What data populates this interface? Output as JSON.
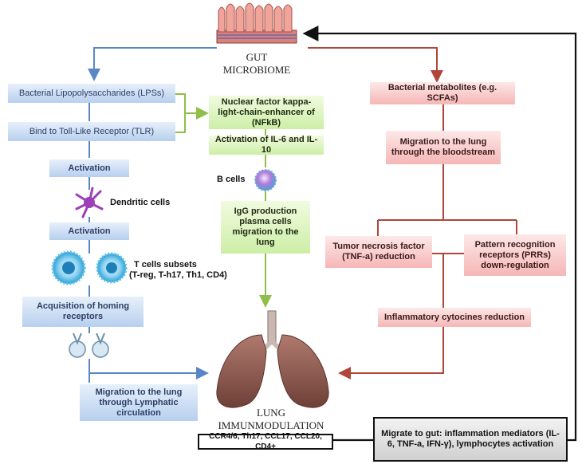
{
  "source": {
    "line1": "GUT",
    "line2": "MICROBIOME"
  },
  "target": {
    "line1": "LUNG",
    "line2": "IMMUNMODULATION"
  },
  "left_path": {
    "lps": "Bacterial Lipopolysaccharides (LPSs)",
    "tlr": "Bind to Toll-Like Receptor (TLR)",
    "activation_1": "Activation",
    "dendritic_label": "Dendritic cells",
    "activation_2": "Activation",
    "tcells_label_1": "T cells subsets",
    "tcells_label_2": "(T-reg, T-h17, Th1, CD4)",
    "homing": "Acquisition of homing receptors",
    "migration": "Migration to the lung through Lymphatic circulation"
  },
  "middle_path": {
    "nfkb": "Nuclear factor kappa-light-chain-enhancer of (NFkB)",
    "il": "Activation of IL-6 and IL-10",
    "bcells_label": "B cells",
    "igg": "IgG production plasma cells migration to the lung"
  },
  "right_path": {
    "metabolites": "Bacterial metabolites (e.g. SCFAs)",
    "migration": "Migration to the lung through the bloodstream",
    "tnf": "Tumor necrosis factor (TNF-a) reduction",
    "prr": "Pattern recognition receptors (PRRs) down-regulation",
    "cytokines": "Inflammatory cytocines reduction"
  },
  "bottom": {
    "chemokines": "CCR4/6, Th17, CCL17, CCL20, CD4+",
    "migrate_gut": "Migrate to gut: inflammation mediators (IL-6, TNF-a, IFN-γ), lymphocytes activation"
  },
  "colors": {
    "blue_arrow": "#5b86c6",
    "green_arrow": "#8fbf4a",
    "red_arrow": "#b0463a",
    "black_arrow": "#111111"
  }
}
